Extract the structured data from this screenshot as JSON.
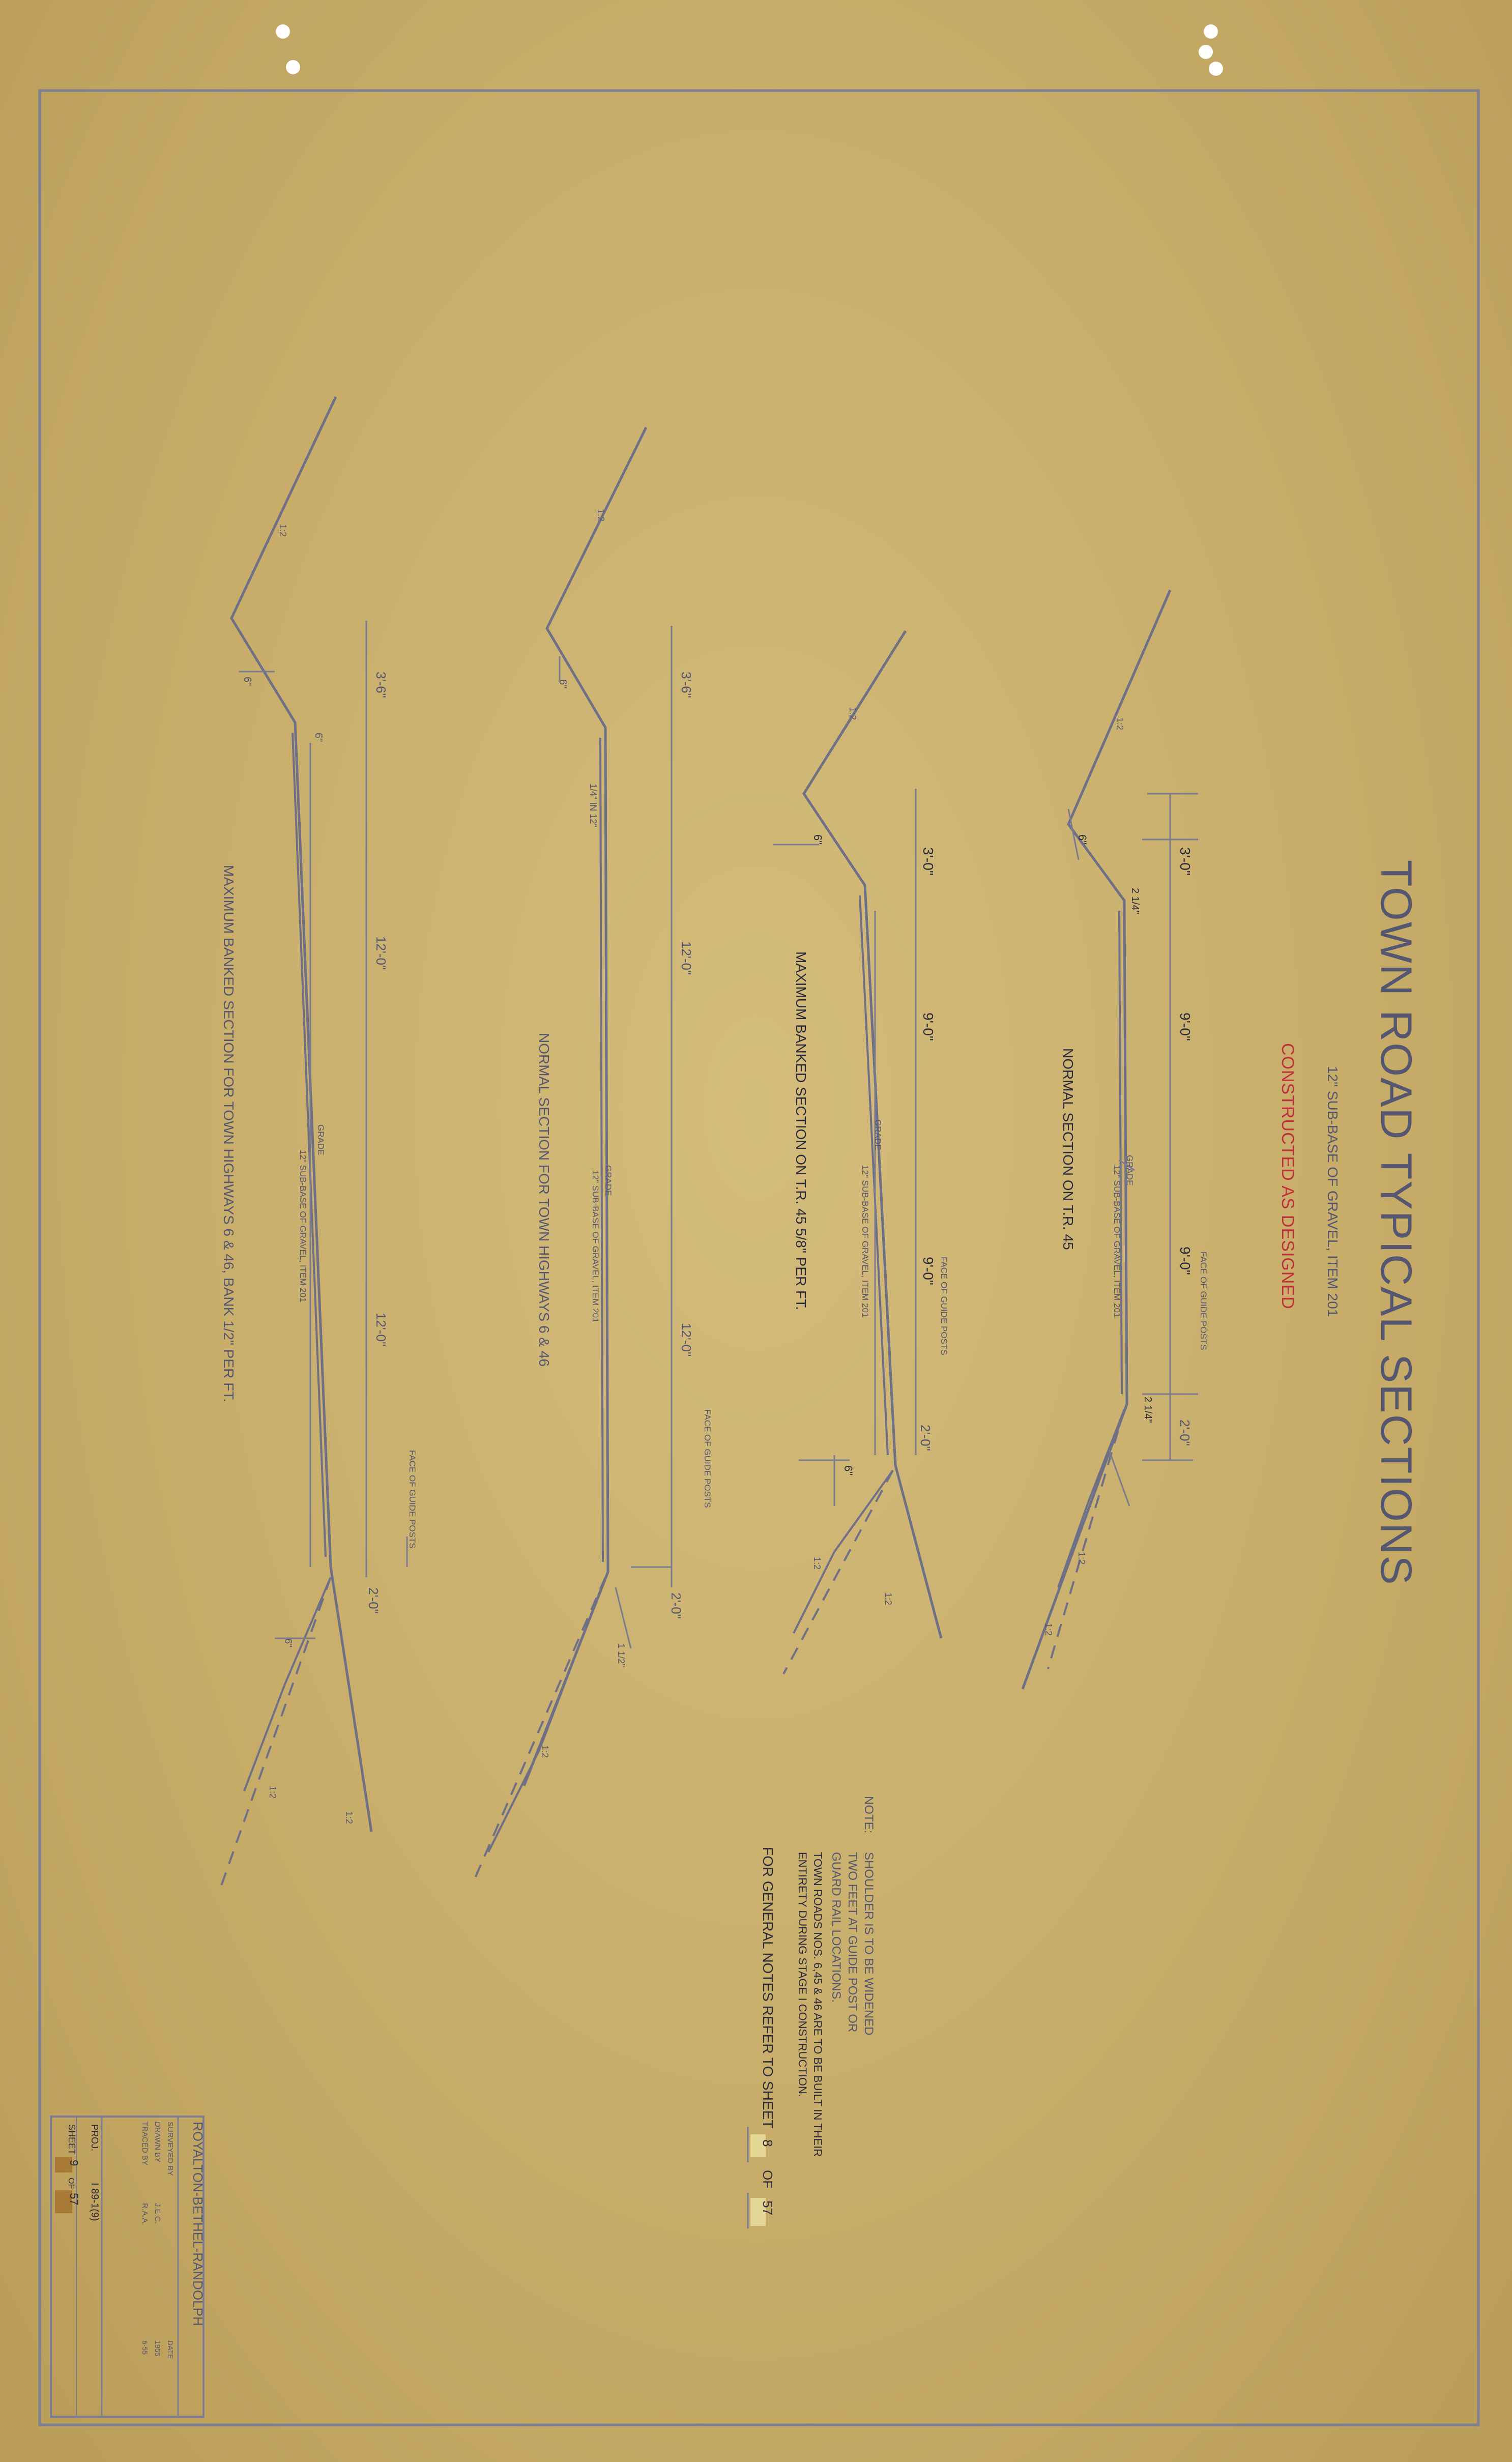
{
  "title": "TOWN ROAD TYPICAL SECTIONS",
  "subtitle": "12\" SUB-BASE OF GRAVEL, ITEM 201",
  "status": "CONSTRUCTED AS DESIGNED",
  "sections": [
    {
      "caption": "NORMAL SECTION ON T.R. 45",
      "dims": [
        "3'-0\"",
        "9'-0\"",
        "9'-0\"",
        "2'-0\""
      ],
      "depths": [
        "6\"",
        "2 1/4\"",
        "2 1/4\""
      ],
      "subbase": "12\" SUB-BASE OF GRAVEL, ITEM 201",
      "grade": "GRADE",
      "guide": "FACE OF GUIDE POSTS",
      "slopes": [
        "1:2",
        "1:2",
        "1:2"
      ]
    },
    {
      "caption": "MAXIMUM BANKED SECTION ON T.R. 45 5/8\" PER FT.",
      "dims": [
        "3'-0\"",
        "9'-0\"",
        "9'-0\"",
        "2'-0\""
      ],
      "depths": [
        "6\"",
        "6\""
      ],
      "subbase": "12\" SUB-BASE OF GRAVEL, ITEM 201",
      "grade": "GRADE",
      "guide": "FACE OF GUIDE POSTS",
      "slopes": [
        "1:2",
        "1:2",
        "1:2"
      ]
    },
    {
      "caption": "NORMAL SECTION FOR TOWN HIGHWAYS 6 & 46",
      "dims": [
        "3'-6\"",
        "12'-0\"",
        "12'-0\"",
        "2'-0\""
      ],
      "depths": [
        "6\"",
        "1/4\" IN 12\"",
        "1 1/2\""
      ],
      "subbase": "12\" SUB-BASE OF GRAVEL, ITEM 201",
      "grade": "GRADE",
      "guide": "FACE OF GUIDE POSTS",
      "slopes": [
        "1:2",
        "1:2"
      ]
    },
    {
      "caption": "MAXIMUM BANKED SECTION FOR TOWN HIGHWAYS 6 & 46, BANK 1/2\" PER FT.",
      "dims": [
        "3'-6\"",
        "12'-0\"",
        "12'-0\"",
        "2'-0\""
      ],
      "depths": [
        "6\"",
        "6\"",
        "6\""
      ],
      "subbase": "12\" SUB-BASE OF GRAVEL, ITEM 201",
      "grade": "GRADE",
      "guide": "FACE OF GUIDE POSTS",
      "slopes": [
        "1:2",
        "1:2",
        "1:2"
      ]
    }
  ],
  "notes": {
    "label": "NOTE:",
    "lines": [
      "SHOULDER IS TO BE WIDENED",
      "TWO FEET AT GUIDE POST OR",
      "GUARD RAIL LOCATIONS.",
      "TOWN ROADS NOS. 6,45 & 46 ARE TO BE BUILT IN THEIR",
      "ENTIRETY DURING STAGE I CONSTRUCTION."
    ],
    "refer_prefix": "FOR GENERAL NOTES REFER TO SHEET",
    "refer_sheet": "8",
    "refer_of": "OF",
    "refer_total": "57"
  },
  "title_block": {
    "project": "ROYALTON-BETHEL-RANDOLPH",
    "surveyed_by": "SURVEYED BY",
    "drawn_by": "DRAWN BY",
    "drawn_initials": "J.E.C.",
    "traced_by": "TRACED BY",
    "traced_initials": "R.A.A.",
    "date_label": "DATE",
    "date_1": "1955",
    "date_2": "6-55",
    "proj_label": "PROJ.",
    "proj_value": "I  89-1(9)",
    "sheet_label": "SHEET",
    "sheet_no": "9",
    "sheet_of": "OF",
    "sheet_total": "57"
  }
}
